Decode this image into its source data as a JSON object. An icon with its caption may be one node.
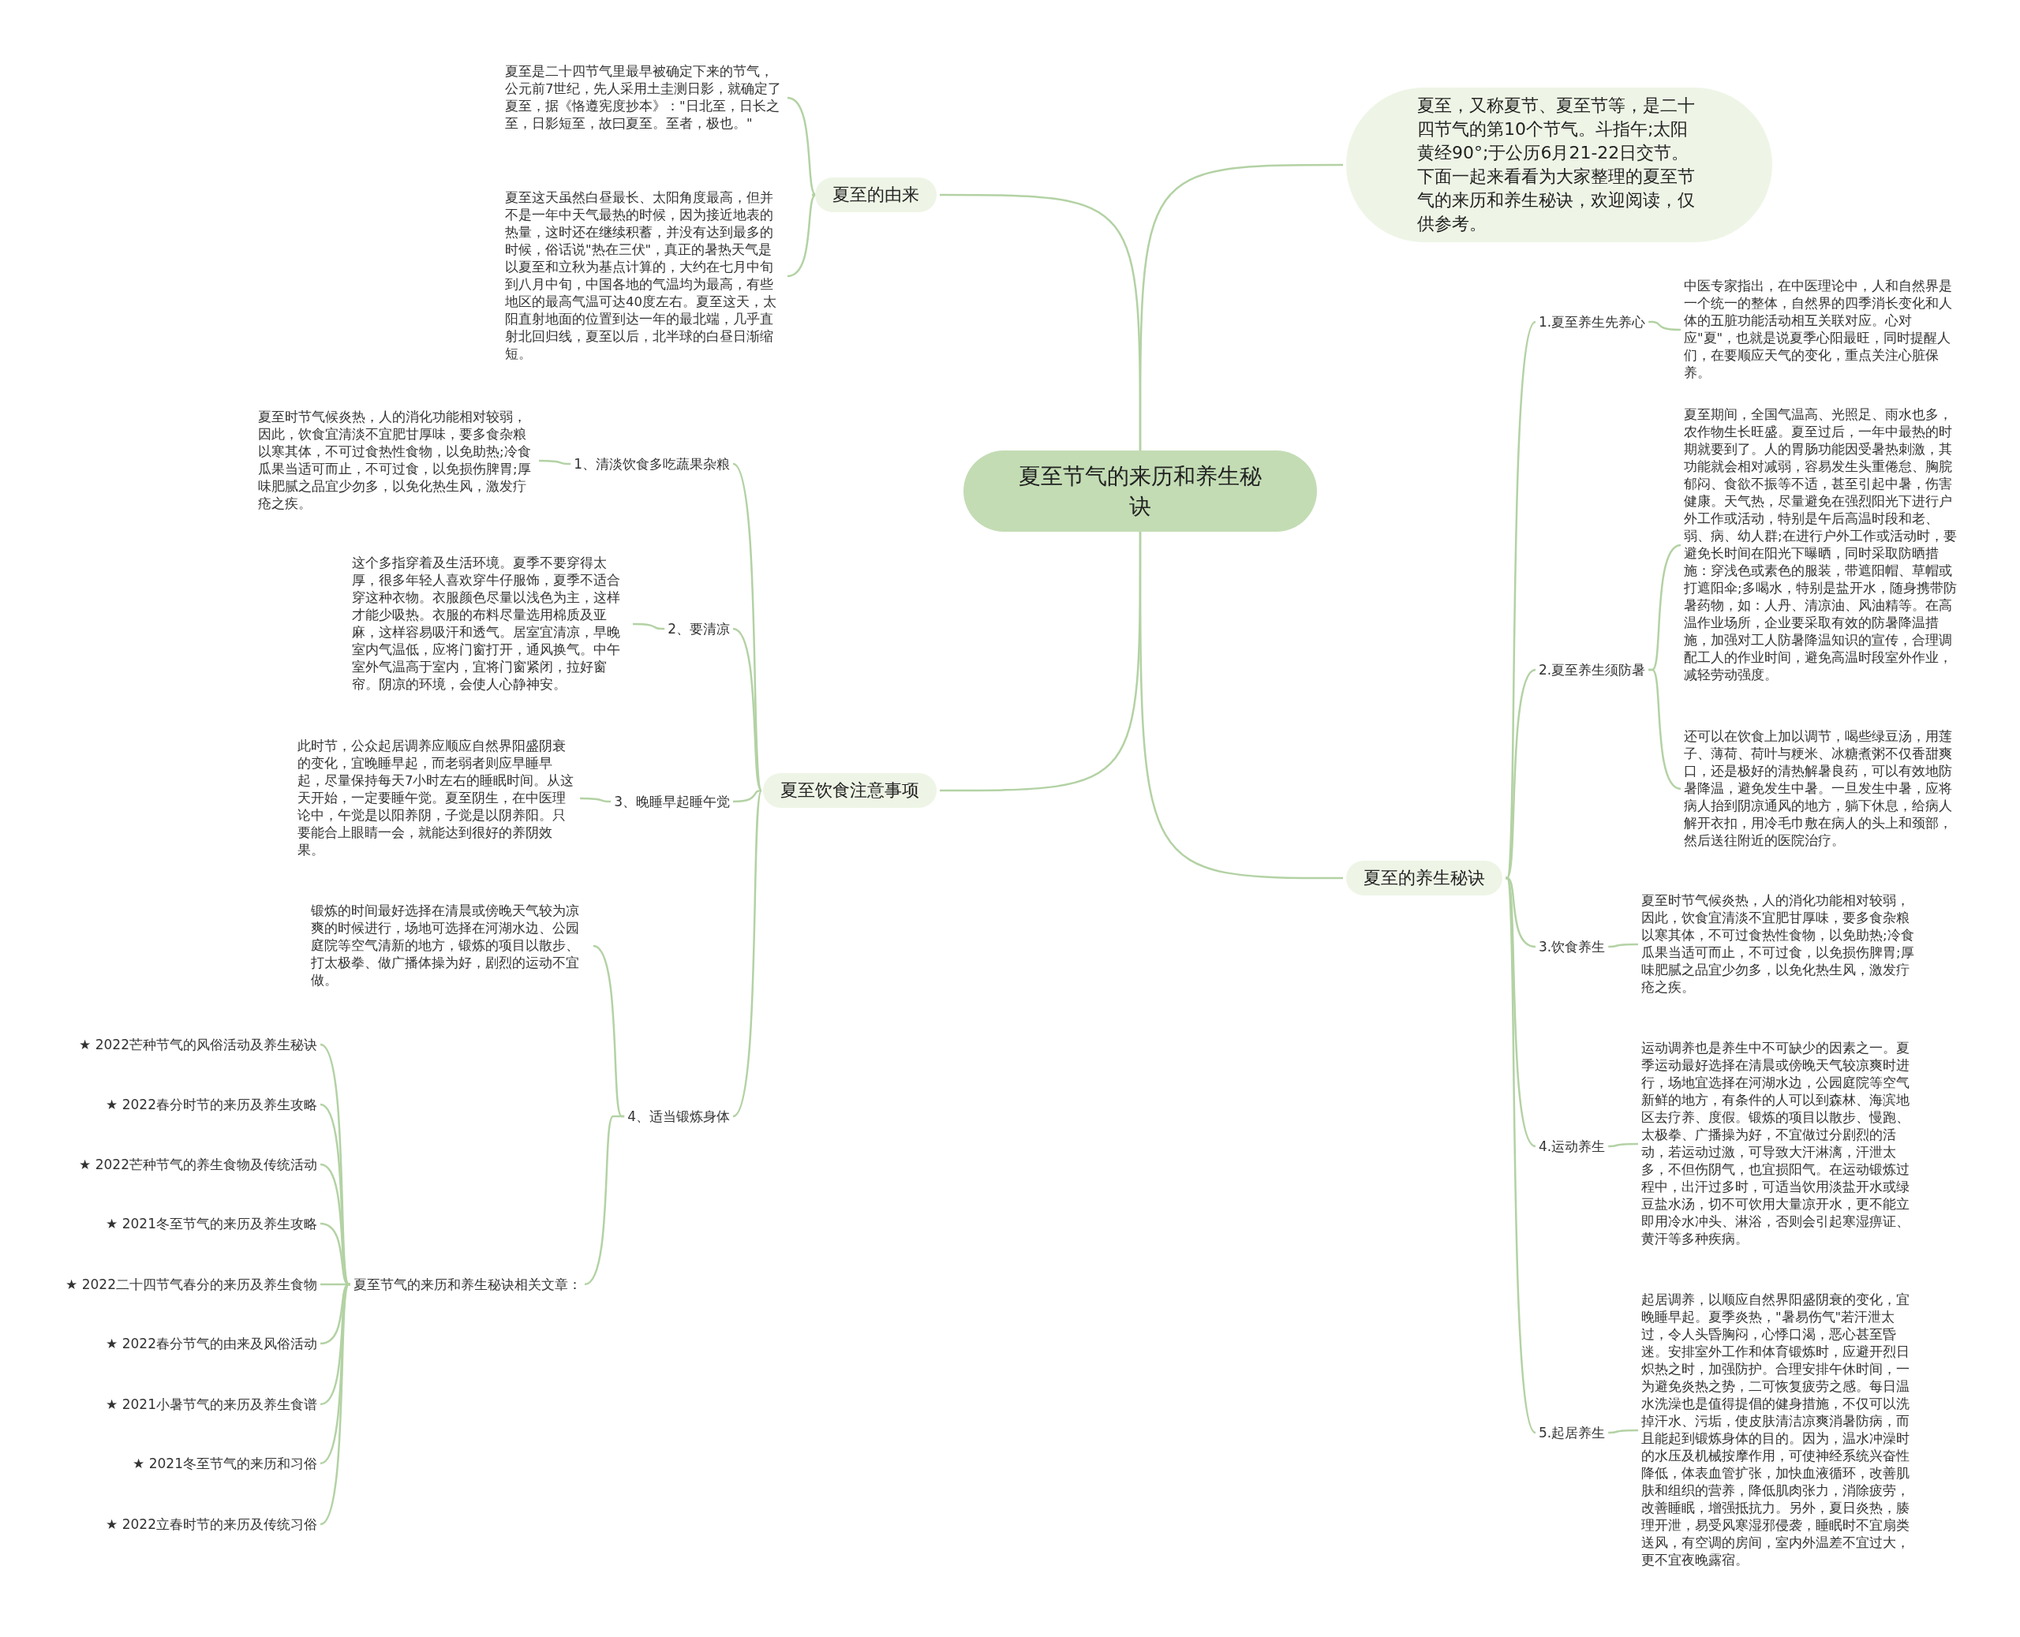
{
  "diagram": {
    "nodes": [
      {
        "text": [
          "夏至节气的来历和养生秘诀"
        ]
      },
      {
        "text": [
          "夏至，又称夏节、夏至节等，是二十四节气的第10个节气。斗指午;太阳黄经90°;于公历6月21-22日交节。下面一起来看看为大家整理的夏至节气的来历和养生秘诀，欢迎阅读，仅供参考。"
        ]
      },
      {
        "text": [
          "夏至的由来"
        ]
      },
      {
        "text": [
          "夏至是二十四节气里最早被确定下来的节气，公元前7世纪，先人采用土圭测日影，就确定了夏至，据《恪遵宪度抄本》：\"日北至，日长之至，日影短至，故曰夏至。至者，极也。\""
        ]
      },
      {
        "text": [
          "夏至这天虽然白昼最长、太阳角度最高，但并不是一年中天气最热的时候，因为接近地表的热量，这时还在继续积蓄，并没有达到最多的时候，俗话说\"热在三伏\"，真正的暑热天气是以夏至和立秋为基点计算的，大约在七月中旬到八月中旬，中国各地的气温均为最高，有些地区的最高气温可达40度左右。夏至这天，太阳直射地面的位置到达一年的最北端，几乎直射北回归线，夏至以后，北半球的白昼日渐缩短。"
        ]
      },
      {
        "text": [
          "夏至饮食注意事项"
        ]
      },
      {
        "text": [
          "1、清淡饮食多吃蔬果杂粮"
        ]
      },
      {
        "text": [
          "夏至时节气候炎热，人的消化功能相对较弱，因此，饮食宜清淡不宜肥甘厚味，要多食杂粮以寒其体，不可过食热性食物，以免助热;冷食瓜果当适可而止，不可过食，以免损伤脾胃;厚味肥腻之品宜少勿多，以免化热生风，激发疔疮之疾。"
        ]
      },
      {
        "text": [
          "2、要清凉"
        ]
      },
      {
        "text": [
          "这个多指穿着及生活环境。夏季不要穿得太厚，很多年轻人喜欢穿牛仔服饰，夏季不适合穿这种衣物。衣服颜色尽量以浅色为主，这样才能少吸热。衣服的布料尽量选用棉质及亚麻，这样容易吸汗和透气。居室宜清凉，早晚室内气温低，应将门窗打开，通风换气。中午室外气温高于室内，宜将门窗紧闭，拉好窗帘。阴凉的环境，会使人心静神安。"
        ]
      },
      {
        "text": [
          "3、晚睡早起睡午觉"
        ]
      },
      {
        "text": [
          "此时节，公众起居调养应顺应自然界阳盛阴衰的变化，宜晚睡早起，而老弱者则应早睡早起，尽量保持每天7小时左右的睡眠时间。从这天开始，一定要睡午觉。夏至阴生，在中医理论中，午觉是以阳养阴，子觉是以阴养阳。只要能合上眼睛一会，就能达到很好的养阴效果。"
        ]
      },
      {
        "text": [
          "4、适当锻炼身体"
        ]
      },
      {
        "text": [
          "锻炼的时间最好选择在清晨或傍晚天气较为凉爽的时候进行，场地可选择在河湖水边、公园庭院等空气清新的地方，锻炼的项目以散步、打太极拳、做广播体操为好，剧烈的运动不宜做。"
        ]
      },
      {
        "text": [
          "夏至节气的来历和养生秘诀相关文章："
        ]
      },
      {
        "text": [
          "★ 2022芒种节气的风俗活动及养生秘诀"
        ]
      },
      {
        "text": [
          "★ 2022春分时节的来历及养生攻略"
        ]
      },
      {
        "text": [
          "★ 2022芒种节气的养生食物及传统活动"
        ]
      },
      {
        "text": [
          "★ 2021冬至节气的来历及养生攻略"
        ]
      },
      {
        "text": [
          "★ 2022二十四节气春分的来历及养生食物"
        ]
      },
      {
        "text": [
          "★ 2022春分节气的由来及风俗活动"
        ]
      },
      {
        "text": [
          "★ 2021小暑节气的来历及养生食谱"
        ]
      },
      {
        "text": [
          "★ 2021冬至节气的来历和习俗"
        ]
      },
      {
        "text": [
          "★ 2022立春时节的来历及传统习俗"
        ]
      },
      {
        "text": [
          "夏至的养生秘诀"
        ]
      },
      {
        "text": [
          "1.夏至养生先养心"
        ]
      },
      {
        "text": [
          "中医专家指出，在中医理论中，人和自然界是一个统一的整体，自然界的四季消长变化和人体的五脏功能活动相互关联对应。心对应\"夏\"，也就是说夏季心阳最旺，同时提醒人们，在要顺应天气的变化，重点关注心脏保养。"
        ]
      },
      {
        "text": [
          "2.夏至养生须防暑"
        ]
      },
      {
        "text": [
          "夏至期间，全国气温高、光照足、雨水也多，农作物生长旺盛。夏至过后，一年中最热的时期就要到了。人的胃肠功能因受暑热刺激，其功能就会相对减弱，容易发生头重倦怠、胸脘郁闷、食欲不振等不适，甚至引起中暑，伤害健康。天气热，尽量避免在强烈阳光下进行户外工作或活动，特别是午后高温时段和老、弱、病、幼人群;在进行户外工作或活动时，要避免长时间在阳光下曝晒，同时采取防晒措施：穿浅色或素色的服装，带遮阳帽、草帽或打遮阳伞;多喝水，特别是盐开水，随身携带防暑药物，如：人丹、清凉油、风油精等。在高温作业场所，企业要采取有效的防暑降温措施，加强对工人防暑降温知识的宣传，合理调配工人的作业时间，避免高温时段室外作业，减轻劳动强度。"
        ]
      },
      {
        "text": [
          "还可以在饮食上加以调节，喝些绿豆汤，用莲子、薄荷、荷叶与粳米、冰糖煮粥不仅香甜爽口，还是极好的清热解暑良药，可以有效地防暑降温，避免发生中暑。一旦发生中暑，应将病人抬到阴凉通风的地方，躺下休息，给病人解开衣扣，用冷毛巾敷在病人的头上和颈部，然后送往附近的医院治疗。"
        ]
      },
      {
        "text": [
          "3.饮食养生"
        ]
      },
      {
        "text": [
          "夏至时节气候炎热，人的消化功能相对较弱，因此，饮食宜清淡不宜肥甘厚味，要多食杂粮以寒其体，不可过食热性食物，以免助热;冷食瓜果当适可而止，不可过食，以免损伤脾胃;厚味肥腻之品宜少勿多，以免化热生风，激发疔疮之疾。"
        ]
      },
      {
        "text": [
          "4.运动养生"
        ]
      },
      {
        "text": [
          "运动调养也是养生中不可缺少的因素之一。夏季运动最好选择在清晨或傍晚天气较凉爽时进行，场地宜选择在河湖水边，公园庭院等空气新鲜的地方，有条件的人可以到森林、海滨地区去疗养、度假。锻炼的项目以散步、慢跑、太极拳、广播操为好，不宜做过分剧烈的活动，若运动过激，可导致大汗淋漓，汗泄太多，不但伤阴气，也宜损阳气。在运动锻炼过程中，出汗过多时，可适当饮用淡盐开水或绿豆盐水汤，切不可饮用大量凉开水，更不能立即用冷水冲头、淋浴，否则会引起寒湿痹证、黄汗等多种疾病。"
        ]
      },
      {
        "text": [
          "5.起居养生"
        ]
      },
      {
        "text": [
          "起居调养，以顺应自然界阳盛阴衰的变化，宜晚睡早起。夏季炎热，\"暑易伤气\"若汗泄太过，令人头昏胸闷，心悸口渴，恶心甚至昏迷。安排室外工作和体育锻炼时，应避开烈日炽热之时，加强防护。合理安排午休时间，一为避免炎热之势，二可恢复疲劳之感。每日温水洗澡也是值得提倡的健身措施，不仅可以洗掉汗水、污垢，使皮肤清洁凉爽消暑防病，而且能起到锻炼身体的目的。因为，温水冲澡时的水压及机械按摩作用，可使神经系统兴奋性降低，体表血管扩张，加快血液循环，改善肌肤和组织的营养，降低肌肉张力，消除疲劳，改善睡眠，增强抵抗力。另外，夏日炎热，腠理开泄，易受风寒湿邪侵袭，睡眠时不宜扇类送风，有空调的房间，室内外温差不宜过大，更不宜夜晚露宿。"
        ]
      }
    ],
    "edges": [
      {
        "from": 0,
        "to": 1,
        "arrow": "none"
      },
      {
        "from": 0,
        "to": 2,
        "arrow": "none"
      },
      {
        "from": 2,
        "to": 3,
        "arrow": "none"
      },
      {
        "from": 2,
        "to": 4,
        "arrow": "none"
      },
      {
        "from": 0,
        "to": 5,
        "arrow": "none"
      },
      {
        "from": 5,
        "to": 6,
        "arrow": "none"
      },
      {
        "from": 6,
        "to": 7,
        "arrow": "none"
      },
      {
        "from": 5,
        "to": 8,
        "arrow": "none"
      },
      {
        "from": 8,
        "to": 9,
        "arrow": "none"
      },
      {
        "from": 5,
        "to": 10,
        "arrow": "none"
      },
      {
        "from": 10,
        "to": 11,
        "arrow": "none"
      },
      {
        "from": 5,
        "to": 12,
        "arrow": "none"
      },
      {
        "from": 12,
        "to": 13,
        "arrow": "none"
      },
      {
        "from": 12,
        "to": 14,
        "arrow": "none"
      },
      {
        "from": 14,
        "to": 15,
        "arrow": "none"
      },
      {
        "from": 14,
        "to": 16,
        "arrow": "none"
      },
      {
        "from": 14,
        "to": 17,
        "arrow": "none"
      },
      {
        "from": 14,
        "to": 18,
        "arrow": "none"
      },
      {
        "from": 14,
        "to": 19,
        "arrow": "none"
      },
      {
        "from": 14,
        "to": 20,
        "arrow": "none"
      },
      {
        "from": 14,
        "to": 21,
        "arrow": "none"
      },
      {
        "from": 14,
        "to": 22,
        "arrow": "none"
      },
      {
        "from": 14,
        "to": 23,
        "arrow": "none"
      },
      {
        "from": 0,
        "to": 24,
        "arrow": "none"
      },
      {
        "from": 24,
        "to": 25,
        "arrow": "none"
      },
      {
        "from": 25,
        "to": 26,
        "arrow": "none"
      },
      {
        "from": 24,
        "to": 27,
        "arrow": "none"
      },
      {
        "from": 27,
        "to": 28,
        "arrow": "none"
      },
      {
        "from": 27,
        "to": 29,
        "arrow": "none"
      },
      {
        "from": 24,
        "to": 30,
        "arrow": "none"
      },
      {
        "from": 30,
        "to": 31,
        "arrow": "none"
      },
      {
        "from": 24,
        "to": 32,
        "arrow": "none"
      },
      {
        "from": 32,
        "to": 33,
        "arrow": "none"
      },
      {
        "from": 24,
        "to": 34,
        "arrow": "none"
      },
      {
        "from": 34,
        "to": 35,
        "arrow": "none"
      }
    ]
  }
}
